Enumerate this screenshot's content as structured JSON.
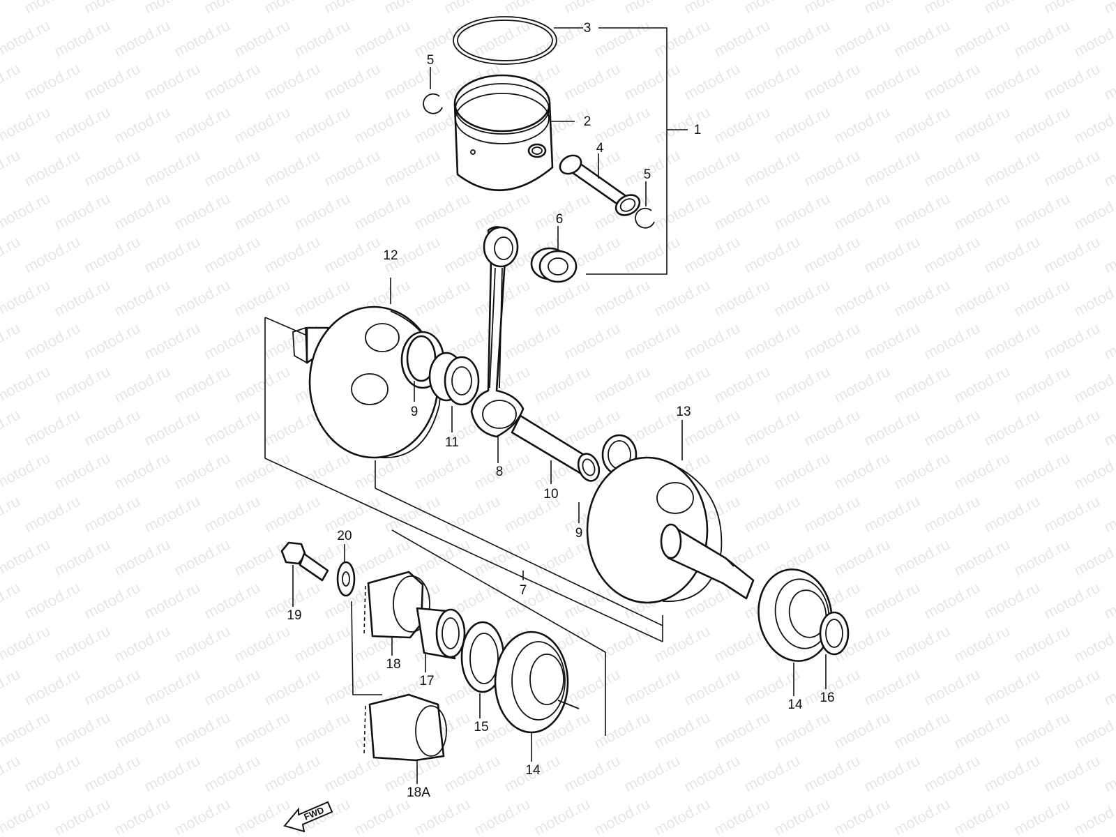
{
  "watermark": "motod.ru",
  "fwd_label": "FWD",
  "callouts": {
    "c1": "1",
    "c2": "2",
    "c3": "3",
    "c4": "4",
    "c5a": "5",
    "c5b": "5",
    "c6": "6",
    "c7": "7",
    "c8": "8",
    "c9a": "9",
    "c9b": "9",
    "c10": "10",
    "c11": "11",
    "c12": "12",
    "c13": "13",
    "c14a": "14",
    "c14b": "14",
    "c15": "15",
    "c16": "16",
    "c17": "17",
    "c18": "18",
    "c18a": "18A",
    "c19": "19",
    "c20": "20"
  },
  "parts": {
    "p1": "piston-assembly-group",
    "p2": "piston",
    "p3": "piston-ring",
    "p4": "piston-pin",
    "p5": "piston-pin-circlip",
    "p6": "small-end-needle-bearing",
    "p7": "crankshaft-assembly-group",
    "p8": "connecting-rod",
    "p9": "thrust-washer",
    "p10": "crank-pin",
    "p11": "big-end-needle-bearing",
    "p12": "left-crank-web",
    "p13": "right-crank-web",
    "p14": "crankshaft-ball-bearing",
    "p15": "oil-seal",
    "p16": "oil-seal-right",
    "p17": "spacer",
    "p18": "primary-drive-gear",
    "p18a": "primary-drive-gear-alt",
    "p19": "gear-bolt",
    "p20": "washer"
  },
  "colors": {
    "line": "#111111",
    "watermark": "#e6e6e6",
    "background": "#ffffff"
  }
}
